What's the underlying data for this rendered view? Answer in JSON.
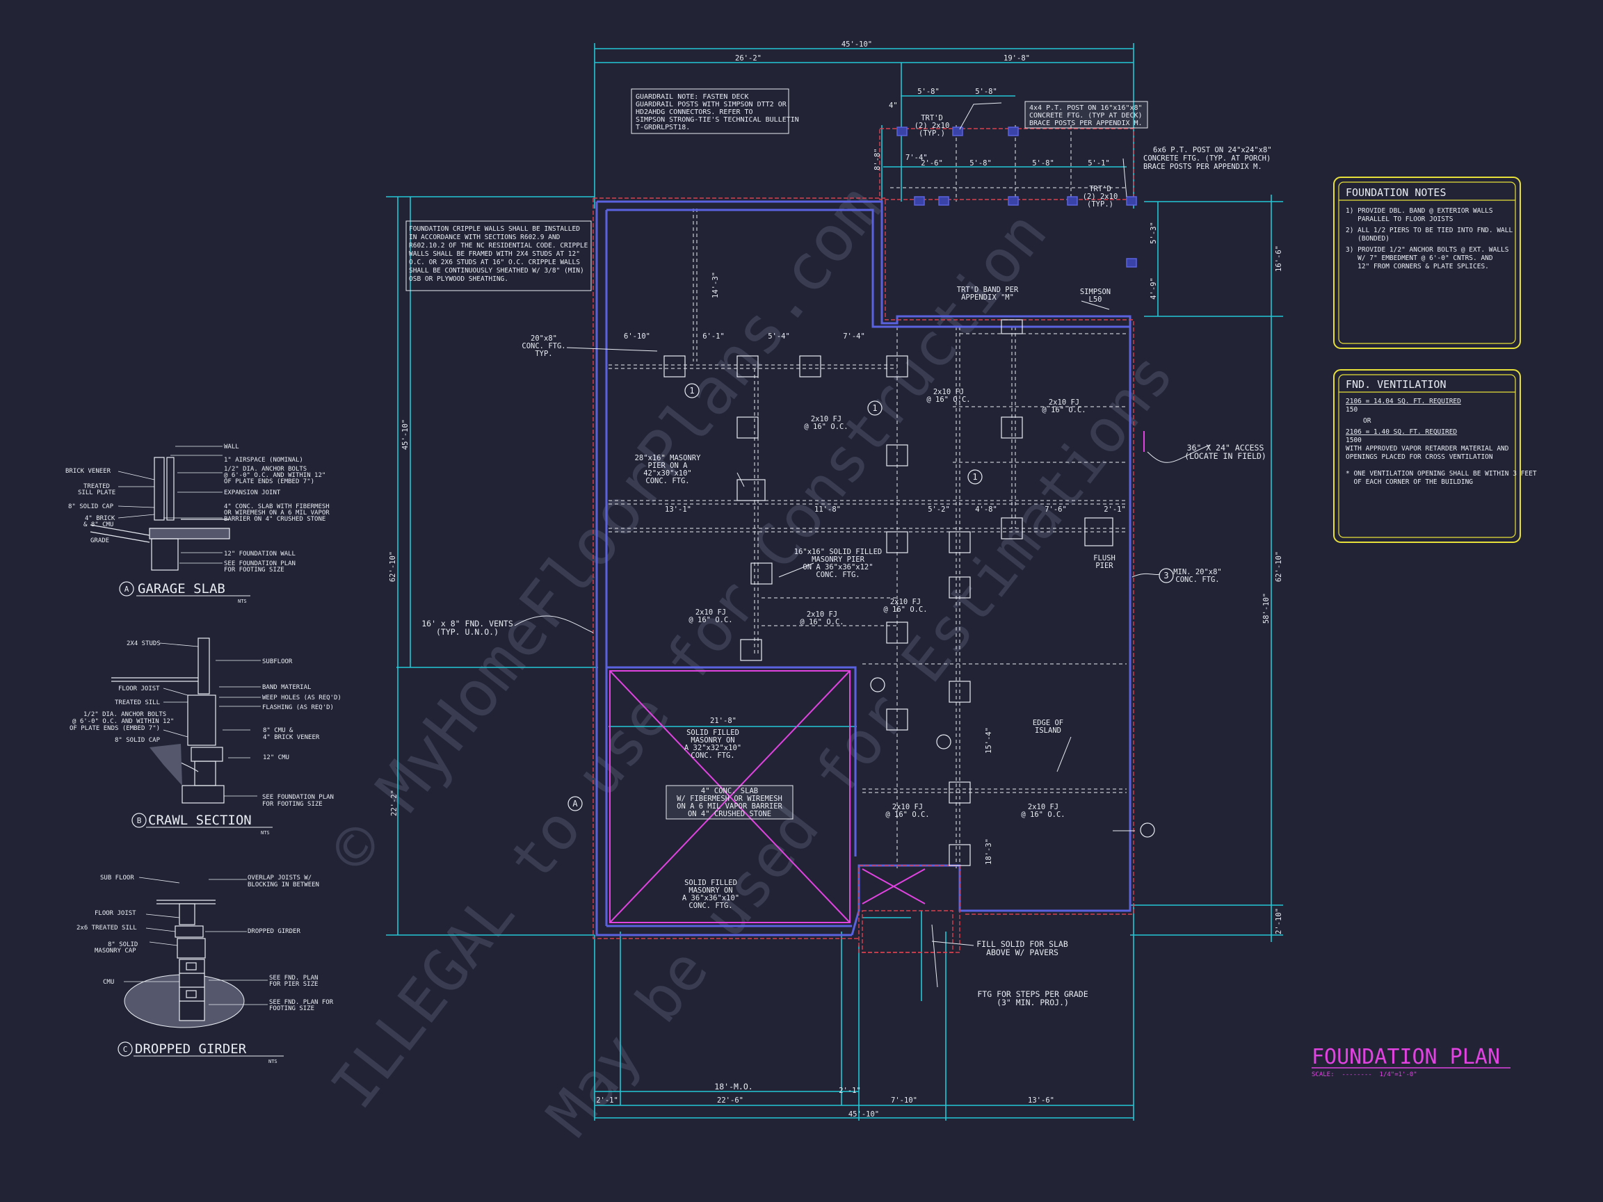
{
  "sheet": {
    "title": "FOUNDATION PLAN",
    "scale": "SCALE:  --------  1/4\"=1'-0\""
  },
  "colors": {
    "background": "#222436",
    "dimension": "#22c7d6",
    "wall": "#5a62e0",
    "footing_red": "#d8414f",
    "text": "#e9ecf2",
    "notes_frame": "#e8e03a",
    "title": "#e043e0",
    "x_brace": "#e043e0"
  },
  "watermarks": [
    "© MyHomeFloorPlans.com",
    "ILLEGAL to use for Construction",
    "May be used for Estimations"
  ],
  "notes": {
    "guardrail": [
      "GUARDRAIL NOTE: FASTEN DECK",
      "GUARDRAIL POSTS WITH SIMPSON DTT2 OR",
      "HD2AHDG CONNECTORS.  REFER TO",
      "SIMPSON STRONG-TIE'S TECHNICAL BULLETIN",
      "T-GRDRLPST18."
    ],
    "cripple": [
      "FOUNDATION CRIPPLE WALLS SHALL BE INSTALLED",
      "IN ACCORDANCE WITH SECTIONS R602.9 AND",
      "R602.10.2 OF THE NC RESIDENTIAL CODE.  CRIPPLE",
      "WALLS SHALL BE FRAMED WITH 2X4 STUDS AT 12\"",
      "O.C. OR 2X6 STUDS AT 16\" O.C.  CRIPPLE WALLS",
      "SHALL BE CONTINUOUSLY SHEATHED W/ 3/8\" (MIN)",
      "OSB OR PLYWOOD SHEATHING."
    ],
    "deck_post": [
      "4x4 P.T. POST ON 16\"x16\"x8\"",
      "CONCRETE FTG. (TYP AT DECK)",
      "BRACE POSTS PER APPENDIX M."
    ],
    "porch_post": [
      "6x6  P.T. POST ON 24\"x24\"x8\"",
      "CONCRETE FTG. (TYP. AT PORCH)",
      "BRACE POSTS PER APPENDIX M."
    ]
  },
  "foundation_notes": {
    "title": "FOUNDATION NOTES",
    "lines": [
      "1) PROVIDE DBL. BAND @ EXTERIOR WALLS",
      "   PARALLEL TO FLOOR JOISTS",
      "2) ALL 1/2 PIERS TO BE TIED INTO FND. WALL",
      "   (BONDED)",
      "3) PROVIDE 1/2\" ANCHOR BOLTS @ EXT. WALLS",
      "   W/ 7\" EMBEDMENT @ 6'-0\" CNTRS. AND",
      "   12\" FROM CORNERS & PLATE SPLICES."
    ]
  },
  "ventilation": {
    "title": "FND. VENTILATION",
    "lines": [
      "2106 = 14.04 SQ. FT. REQUIRED",
      "150",
      "OR",
      "2106 = 1.40 SQ. FT. REQUIRED",
      "1500",
      "WITH APPROVED VAPOR RETARDER MATERIAL AND",
      "OPENINGS PLACED FOR CROSS VENTILATION",
      "* ONE VENTILATION OPENING SHALL BE WITHIN 3 FEET",
      "  OF EACH CORNER OF THE BUILDING"
    ]
  },
  "plan_labels": {
    "top_total": "45'-10\"",
    "top_left": "26'-2\"",
    "top_right": "19'-8\"",
    "d_5_8a": "5'-8\"",
    "d_5_8b": "5'-8\"",
    "d_4in": "4\"",
    "d_2_6": "2'-6\"",
    "d_5_8c": "5'-8\"",
    "d_5_8d": "5'-8\"",
    "d_5_1": "5'-1\"",
    "d_7_4": "7'-4\"",
    "d_8_8": "8'-8\"",
    "trtd1": [
      "TRT'D",
      "(2) 2x10",
      "(TYP.)"
    ],
    "trtd2": [
      "TRT'D",
      "(2) 2x10",
      "(TYP.)"
    ],
    "band": [
      "TRT'D BAND PER",
      "APPENDIX \"M\""
    ],
    "simpson": [
      "SIMPSON",
      "L50"
    ],
    "ftg20": [
      "20\"x8\"",
      "CONC. FTG.",
      "TYP."
    ],
    "row1": [
      "6'-10\"",
      "6'-1\"",
      "5'-4\"",
      "7'-4\""
    ],
    "row2": [
      "13'-1\"",
      "11'-8\"",
      "5'-2\"",
      "4'-8\"",
      "7'-6\"",
      "2'-1\""
    ],
    "pier28": [
      "28\"x16\" MASONRY",
      "PIER ON A",
      "42\"x30\"x10\"",
      "CONC. FTG."
    ],
    "pier16": [
      "16\"x16\" SOLID FILLED",
      "MASONRY PIER",
      "ON A 36\"x36\"x12\"",
      "CONC. FTG."
    ],
    "access": [
      "36\" X 24\" ACCESS",
      "(LOCATE IN FIELD)"
    ],
    "flush": [
      "FLUSH",
      "PIER"
    ],
    "minftg": [
      "MIN. 20\"x8\"",
      "CONC. FTG."
    ],
    "vents": [
      "16' x 8\" FND. VENTS",
      "(TYP. U.N.O.)"
    ],
    "joist_a": [
      "2x10 FJ",
      "@ 16\" O.C."
    ],
    "joist_b": [
      "2x10 FJ",
      "@ 16\" O.C."
    ],
    "joist_c": [
      "2x10 FJ",
      "@ 16\" O.C."
    ],
    "joist_d": [
      "2x10 FJ",
      "@ 16\" O.C."
    ],
    "joist_e": [
      "2x10 FJ",
      "@ 16\" O.C."
    ],
    "joist_f": [
      "2x10 FJ",
      "@ 16\" O.C."
    ],
    "joist_g": [
      "2x10 FJ",
      "@ 16\" O.C."
    ],
    "garage_span": "21'-8\"",
    "garage_pier1": [
      "SOLID FILLED",
      "MASONRY ON",
      "A 32\"x32\"x10\"",
      "CONC. FTG."
    ],
    "garage_slab": [
      "4\" CONC. SLAB",
      "W/ FIBERMESH OR WIREMESH",
      "ON A 6 MIL VAPOR BARRIER",
      "ON 4\" CRUSHED STONE"
    ],
    "garage_pier2": [
      "SOLID FILLED",
      "MASONRY ON",
      "A 36\"x36\"x10\"",
      "CONC. FTG."
    ],
    "fill_solid": [
      "FILL SOLID FOR SLAB",
      "ABOVE W/ PAVERS"
    ],
    "ftg_steps": [
      "FTG FOR STEPS PER GRADE",
      "(3\" MIN. PROJ.)"
    ],
    "edge_island": [
      "EDGE OF",
      "ISLAND"
    ],
    "bot_mo": "18'-M.O.",
    "bot_row1": [
      "2'-1\"",
      "22'-6\"",
      "2'-1\"",
      "7'-10\"",
      "13'-6\""
    ],
    "bot_total": "45'-10\"",
    "left_total": "62'-10\"",
    "left_upper": "45'-10\"",
    "left_lower": "22'-2\"",
    "right_total": "62'-10\"",
    "right_a": "58'-10\"",
    "right_b": "16'-6\"",
    "right_c": "2'-10\"",
    "v_5_3": "5'-3\"",
    "v_4_9": "4'-9\"",
    "v_14_3": "14'-3\"",
    "v_18_3": "18'-3\"",
    "v_15_4": "15'-4\"",
    "callouts": [
      "1",
      "1",
      "1",
      "3",
      "A"
    ]
  },
  "details": {
    "a": {
      "title": "GARAGE SLAB",
      "tag": "A",
      "nts": "NTS",
      "labels": [
        "WALL",
        "1\" AIRSPACE (NOMINAL)",
        "1/2\" DIA. ANCHOR BOLTS",
        "@ 6'-0\" O.C. AND WITHIN 12\"",
        "OF PLATE ENDS (EMBED 7\")",
        "EXPANSION JOINT",
        "4\" CONC. SLAB WITH FIBERMESH",
        "OR WIREMESH ON A 6 MIL VAPOR",
        "BARRIER ON 4\" CRUSHED STONE",
        "12\" FOUNDATION WALL",
        "SEE FOUNDATION PLAN",
        "FOR FOOTING SIZE"
      ],
      "left_labels": [
        "BRICK VENEER",
        "TREATED",
        "SILL PLATE",
        "8\" SOLID CAP",
        "4\" BRICK",
        "& 8\" CMU",
        "GRADE"
      ]
    },
    "b": {
      "title": "CRAWL SECTION",
      "tag": "B",
      "nts": "NTS",
      "labels": [
        "SUBFLOOR",
        "BAND MATERIAL",
        "WEEP HOLES (AS REQ'D)",
        "FLASHING (AS REQ'D)",
        "8\" CMU &",
        "4\" BRICK VENEER",
        "12\" CMU",
        "SEE FOUNDATION PLAN",
        "FOR FOOTING SIZE"
      ],
      "left_labels": [
        "2X4 STUDS",
        "FLOOR JOIST",
        "TREATED SILL",
        "1/2\" DIA. ANCHOR BOLTS",
        "@ 6'-0\" O.C. AND WITHIN 12\"",
        "OF PLATE ENDS (EMBED 7\")",
        "8\" SOLID CAP"
      ]
    },
    "c": {
      "title": "DROPPED GIRDER",
      "tag": "C",
      "nts": "NTS",
      "labels": [
        "OVERLAP JOISTS W/",
        "BLOCKING IN BETWEEN",
        "DROPPED GIRDER",
        "SEE FND. PLAN",
        "FOR PIER SIZE",
        "SEE FND. PLAN FOR",
        "FOOTING SIZE"
      ],
      "left_labels": [
        "SUB FLOOR",
        "FLOOR JOIST",
        "2x6 TREATED SILL",
        "8\" SOLID",
        "MASONRY CAP",
        "CMU"
      ]
    }
  }
}
